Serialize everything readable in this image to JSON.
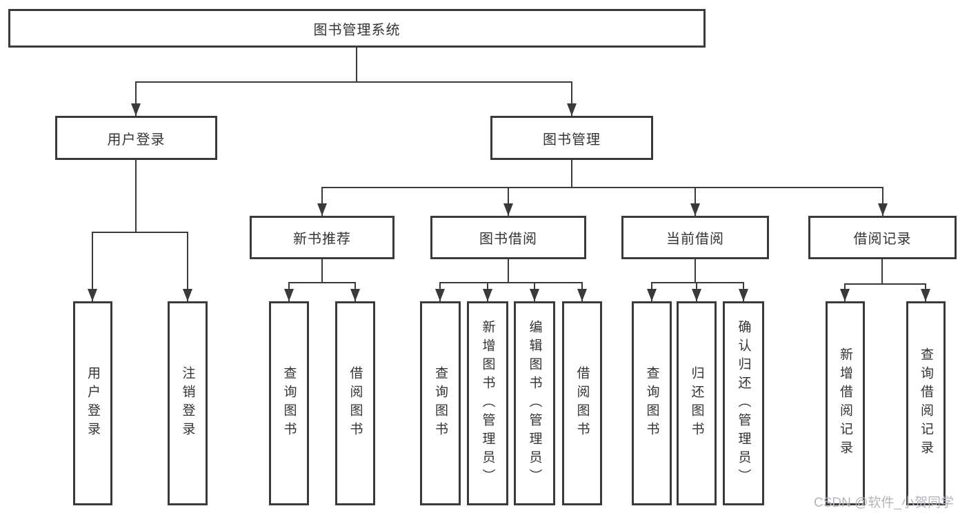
{
  "diagram": {
    "colors": {
      "line": "#3a3a3a",
      "border": "#3a3a3a",
      "fill": "#ffffff",
      "text": "#333333",
      "watermark-color": "#b4b4ba"
    },
    "root": {
      "label": "图书管理系统"
    },
    "branches": [
      {
        "label": "用户登录",
        "children": [
          {
            "label": "用户登录"
          },
          {
            "label": "注销登录"
          }
        ]
      },
      {
        "label": "图书管理",
        "children": [
          {
            "label": "新书推荐",
            "children": [
              {
                "label": "查询图书"
              },
              {
                "label": "借阅图书"
              }
            ]
          },
          {
            "label": "图书借阅",
            "children": [
              {
                "label": "查询图书"
              },
              {
                "label": "新增图书（管理员）"
              },
              {
                "label": "编辑图书（管理员）"
              },
              {
                "label": "借阅图书"
              }
            ]
          },
          {
            "label": "当前借阅",
            "children": [
              {
                "label": "查询图书"
              },
              {
                "label": "归还图书"
              },
              {
                "label": "确认归还（管理员）"
              }
            ]
          },
          {
            "label": "借阅记录",
            "children": [
              {
                "label": "新增借阅记录"
              },
              {
                "label": "查询借阅记录"
              }
            ]
          }
        ]
      }
    ],
    "watermark": "CSDN @软件_小贺同学"
  }
}
